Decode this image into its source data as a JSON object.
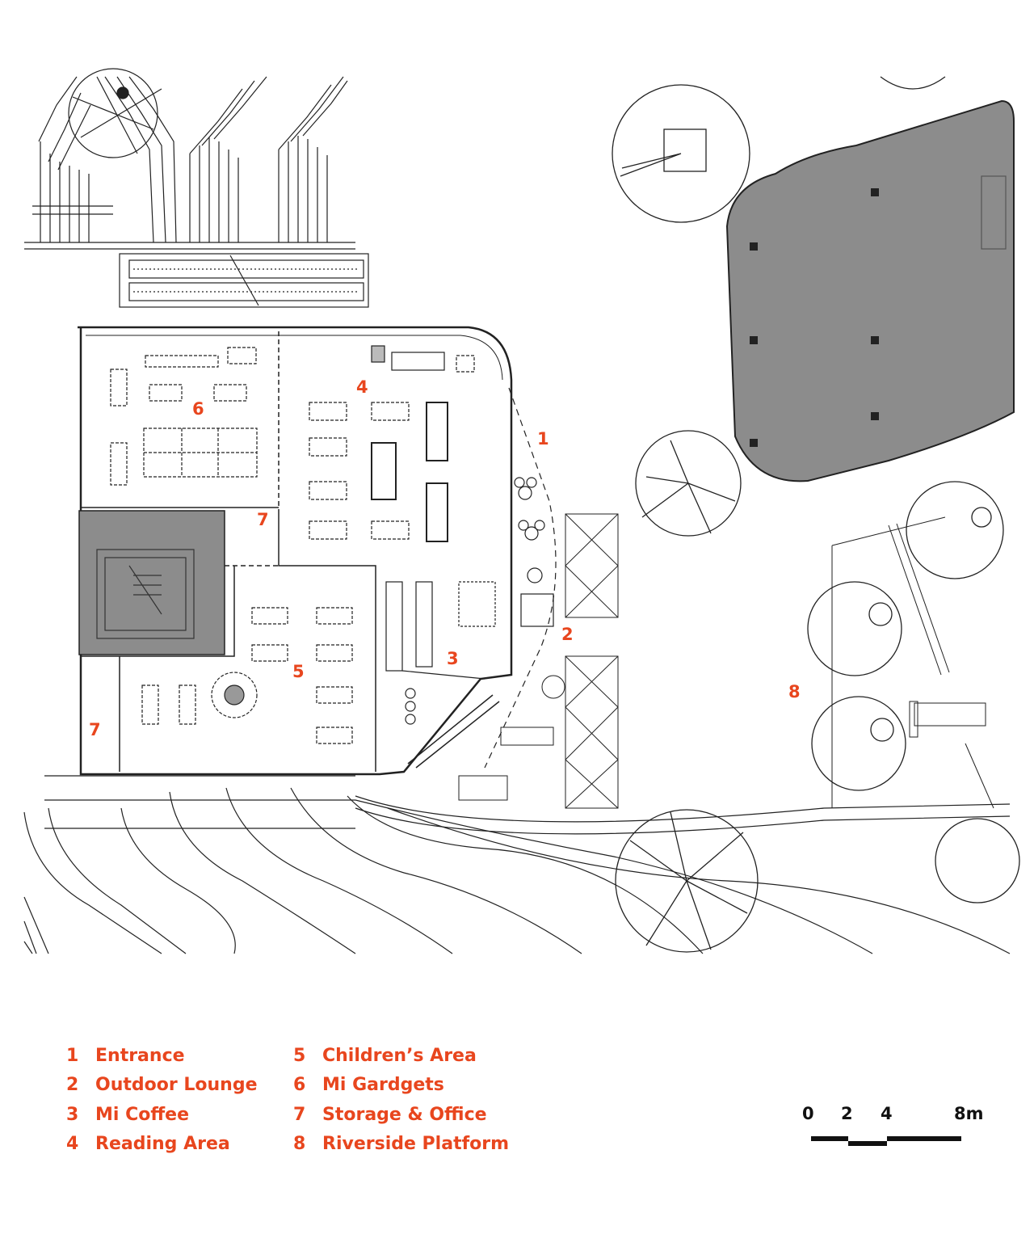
{
  "colors": {
    "label": "#e8461e",
    "line": "#222222",
    "building_fill": "#8c8c8c",
    "fill_light": "#f5f5f5"
  },
  "plan_labels": [
    "1",
    "2",
    "3",
    "4",
    "5",
    "6",
    "7",
    "7",
    "8"
  ],
  "legend": {
    "left": [
      {
        "num": "1",
        "text": "Entrance"
      },
      {
        "num": "2",
        "text": "Outdoor Lounge"
      },
      {
        "num": "3",
        "text": "Mi Coffee"
      },
      {
        "num": "4",
        "text": "Reading Area"
      }
    ],
    "right": [
      {
        "num": "5",
        "text": "Children’s Area"
      },
      {
        "num": "6",
        "text": "Mi Gardgets"
      },
      {
        "num": "7",
        "text": "Storage & Office"
      },
      {
        "num": "8",
        "text": "Riverside Platform"
      }
    ]
  },
  "scale": {
    "ticks": [
      "0",
      "2",
      "4",
      "8m"
    ]
  }
}
